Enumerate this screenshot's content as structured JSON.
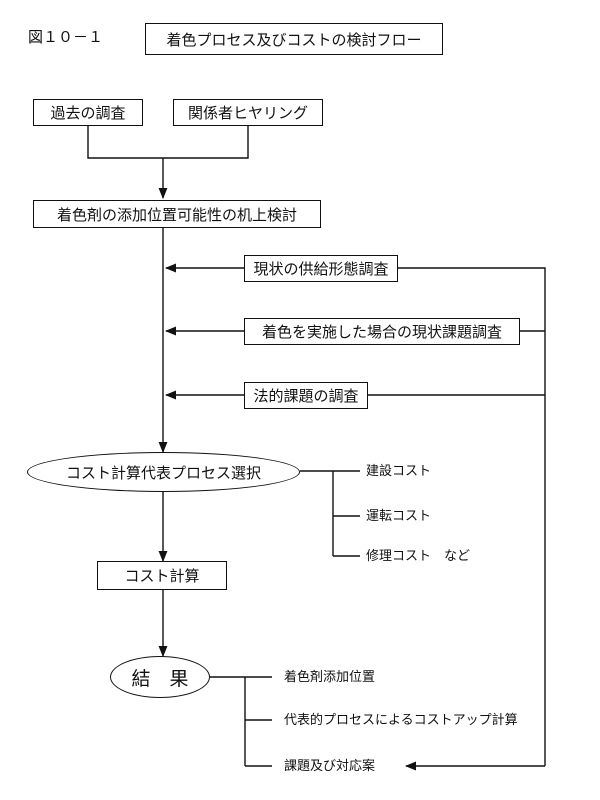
{
  "figure_label": "図１０－１",
  "title": "着色プロセス及びコストの検討フロー",
  "nodes": {
    "past_survey": "過去の調査",
    "stakeholder_hearing": "関係者ヒヤリング",
    "desk_study": "着色剤の添加位置可能性の机上検討",
    "supply_form_survey": "現状の供給形態調査",
    "issue_survey": "着色を実施した場合の現状課題調査",
    "legal_survey": "法的課題の調査",
    "process_selection": "コスト計算代表プロセス選択",
    "cost_calc": "コスト計算",
    "result": "結　果"
  },
  "process_costs": [
    "建設コスト",
    "運転コスト",
    "修理コスト　など"
  ],
  "result_items": [
    "着色剤添加位置",
    "代表的プロセスによるコストアップ計算",
    "課題及び対応案"
  ]
}
